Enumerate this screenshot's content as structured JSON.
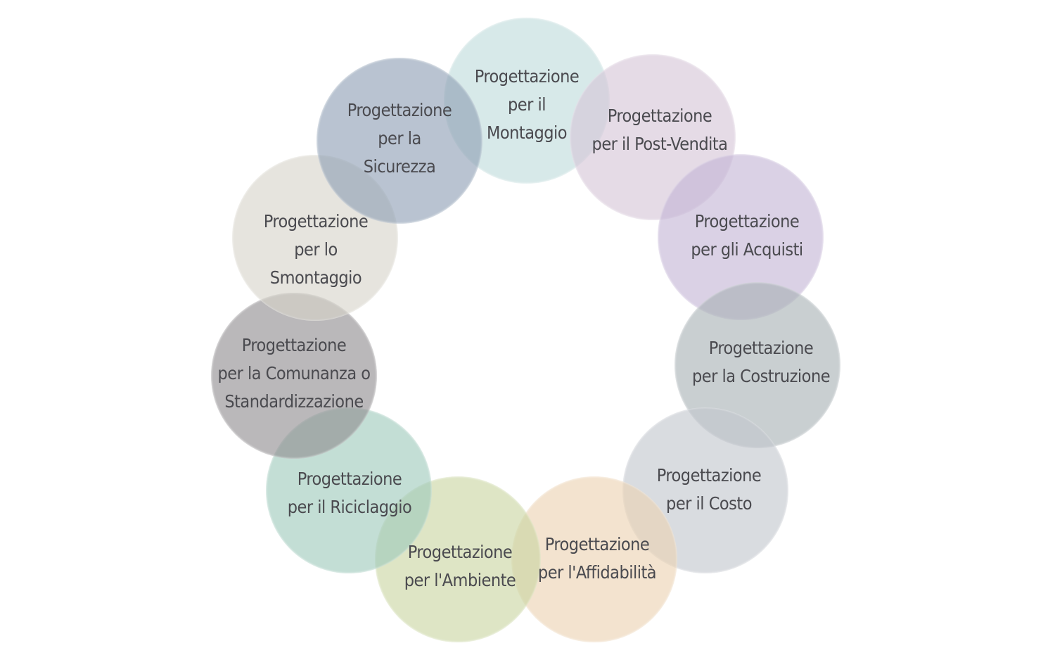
{
  "diagram": {
    "nodes": [
      {
        "id": "montaggio",
        "lines": [
          "Progettazione",
          "per il",
          "Montaggio"
        ],
        "color": "#c0dcdc"
      },
      {
        "id": "post-vendita",
        "lines": [
          "Progettazione",
          "per il Post-Vendita"
        ],
        "color": "#d6c6d8"
      },
      {
        "id": "acquisti",
        "lines": [
          "Progettazione",
          "per gli Acquisti"
        ],
        "color": "#c4b5d6"
      },
      {
        "id": "costruzione",
        "lines": [
          "Progettazione",
          "per la Costruzione"
        ],
        "color": "#a9b2b6"
      },
      {
        "id": "costo",
        "lines": [
          "Progettazione",
          "per il Costo"
        ],
        "color": "#c3c7ce"
      },
      {
        "id": "affidabilita",
        "lines": [
          "Progettazione",
          "per l'Affidabilità"
        ],
        "color": "#ecd3b3"
      },
      {
        "id": "ambiente",
        "lines": [
          "Progettazione",
          "per l'Ambiente"
        ],
        "color": "#cad6a2"
      },
      {
        "id": "riciclaggio",
        "lines": [
          "Progettazione",
          "per il Riciclaggio"
        ],
        "color": "#9fcabc"
      },
      {
        "id": "comunanza",
        "lines": [
          "Progettazione",
          "per la Comunanza o",
          "Standardizzazione"
        ],
        "color": "#918e91"
      },
      {
        "id": "smontaggio",
        "lines": [
          "Progettazione",
          "per lo",
          "Smontaggio"
        ],
        "color": "#d7d4ca"
      },
      {
        "id": "sicurezza",
        "lines": [
          "Progettazione",
          "per la",
          "Sicurezza"
        ],
        "color": "#8fa0b5"
      }
    ]
  }
}
